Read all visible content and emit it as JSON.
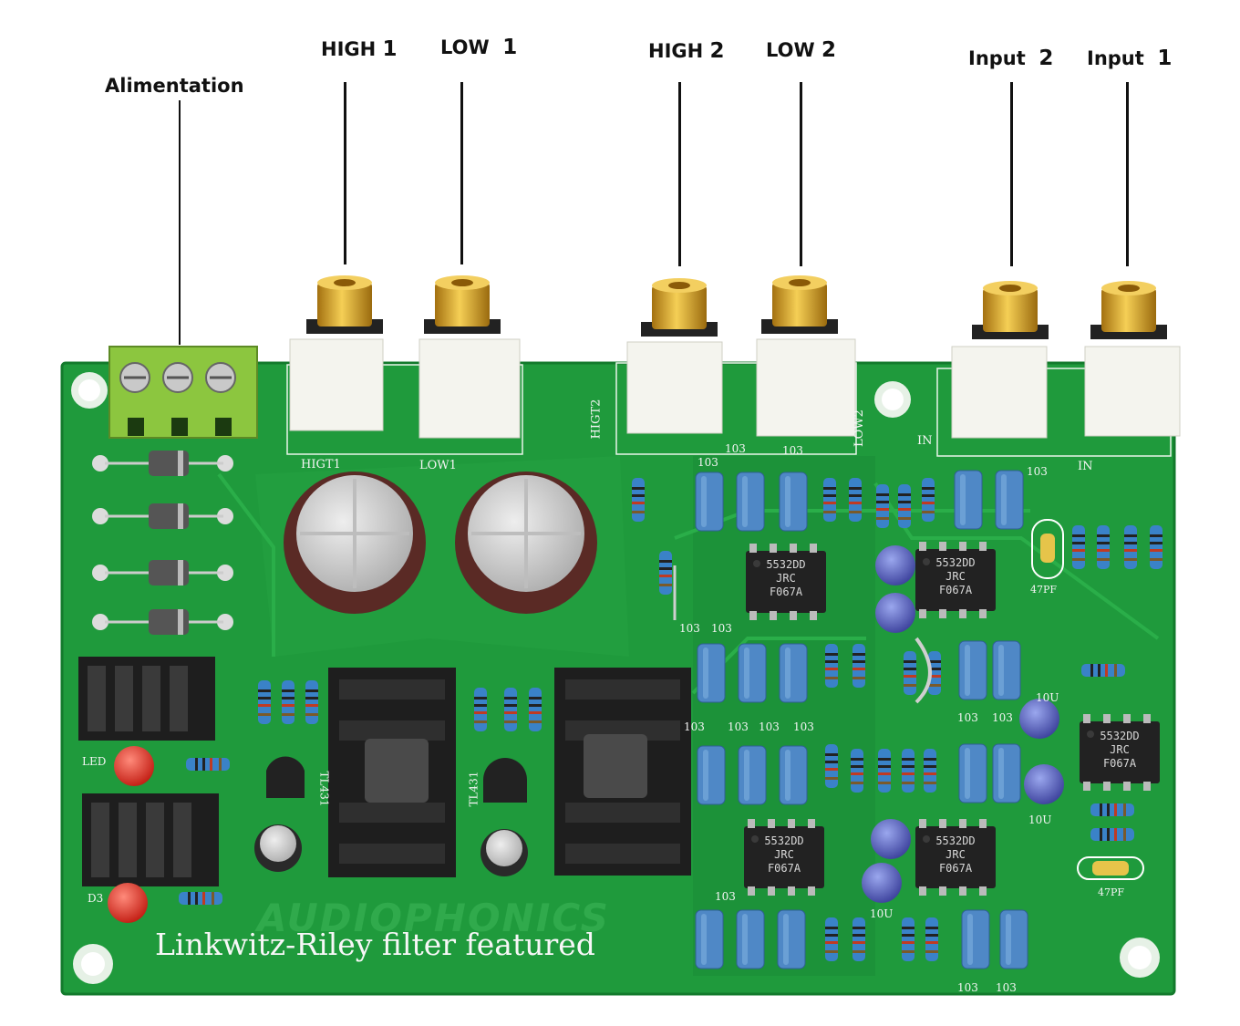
{
  "callouts": {
    "alimentation": "Alimentation",
    "high1": {
      "word": "HIGH",
      "num": "1"
    },
    "low1": {
      "word": "LOW",
      "num": "1"
    },
    "high2": {
      "word": "HIGH",
      "num": "2"
    },
    "low2": {
      "word": "LOW",
      "num": "2"
    },
    "input2": {
      "word": "Input",
      "num": "2"
    },
    "input1": {
      "word": "Input",
      "num": "1"
    }
  },
  "board": {
    "caption": "Linkwitz-Riley filter featured",
    "watermark": "AUDIOPHONICS",
    "silkscreen": {
      "higt1": "HIGT1",
      "low1": "LOW1",
      "higt2": "HIGT2",
      "low2": "LOW2",
      "in_a": "IN",
      "in_b": "IN",
      "led": "LED",
      "d3": "D3",
      "tl431": "TL431",
      "cap103": "103",
      "cap10u": "10U",
      "cap47pf": "47PF",
      "chip_line1": "5532DD",
      "chip_line2": "JRC",
      "chip_line3": "F067A"
    }
  },
  "colors": {
    "pcb_green": "#1f9a3c",
    "pcb_dark": "#137a2c",
    "rca_gold": "#d8a520",
    "terminal_green": "#8cc63f",
    "film_cap_blue": "#4f88c6"
  }
}
